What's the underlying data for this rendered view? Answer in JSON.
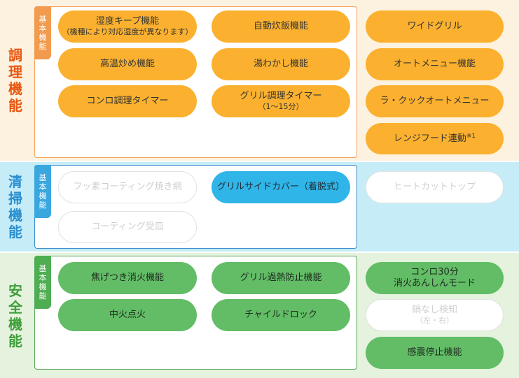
{
  "categories": {
    "cooking": "調理機能",
    "cleaning": "清掃機能",
    "safety": "安全機能"
  },
  "basic_tag": "基本機能",
  "cooking": {
    "basic": [
      {
        "label": "湿度キープ機能",
        "sub": "（機種により対応湿度が異なります）"
      },
      {
        "label": "自動炊飯機能"
      },
      {
        "label": "高温炒め機能"
      },
      {
        "label": "湯わかし機能"
      },
      {
        "label": "コンロ調理タイマー"
      },
      {
        "label": "グリル調理タイマー",
        "sub": "（1〜15分）"
      }
    ],
    "optional": [
      {
        "label": "ワイドグリル"
      },
      {
        "label": "オートメニュー機能"
      },
      {
        "label": "ラ・クックオートメニュー"
      },
      {
        "label": "レンジフード連動",
        "note": "※1"
      }
    ]
  },
  "cleaning": {
    "basic": [
      {
        "label": "フッ素コーティング焼き網",
        "state": "inactive"
      },
      {
        "label": "グリルサイドカバー（着脱式）",
        "state": "active"
      },
      {
        "label": "コーティング受皿",
        "state": "inactive"
      }
    ],
    "optional": [
      {
        "label": "ヒートカットトップ",
        "state": "inactive"
      }
    ]
  },
  "safety": {
    "basic": [
      {
        "label": "焦げつき消火機能"
      },
      {
        "label": "グリル過熱防止機能"
      },
      {
        "label": "中火点火"
      },
      {
        "label": "チャイルドロック"
      }
    ],
    "optional": [
      {
        "label": "コンロ30分",
        "label2": "消火あんしんモード"
      },
      {
        "label": "鍋なし検知",
        "sub": "（左・右）",
        "state": "inactive"
      },
      {
        "label": "感震停止機能"
      }
    ]
  },
  "colors": {
    "cooking_accent": "#e8560f",
    "cleaning_accent": "#2a8fd0",
    "safety_accent": "#3f9f3a",
    "orange_pill": "#fbb12f",
    "blue_pill": "#2fb5e8",
    "green_pill": "#62bd66"
  }
}
